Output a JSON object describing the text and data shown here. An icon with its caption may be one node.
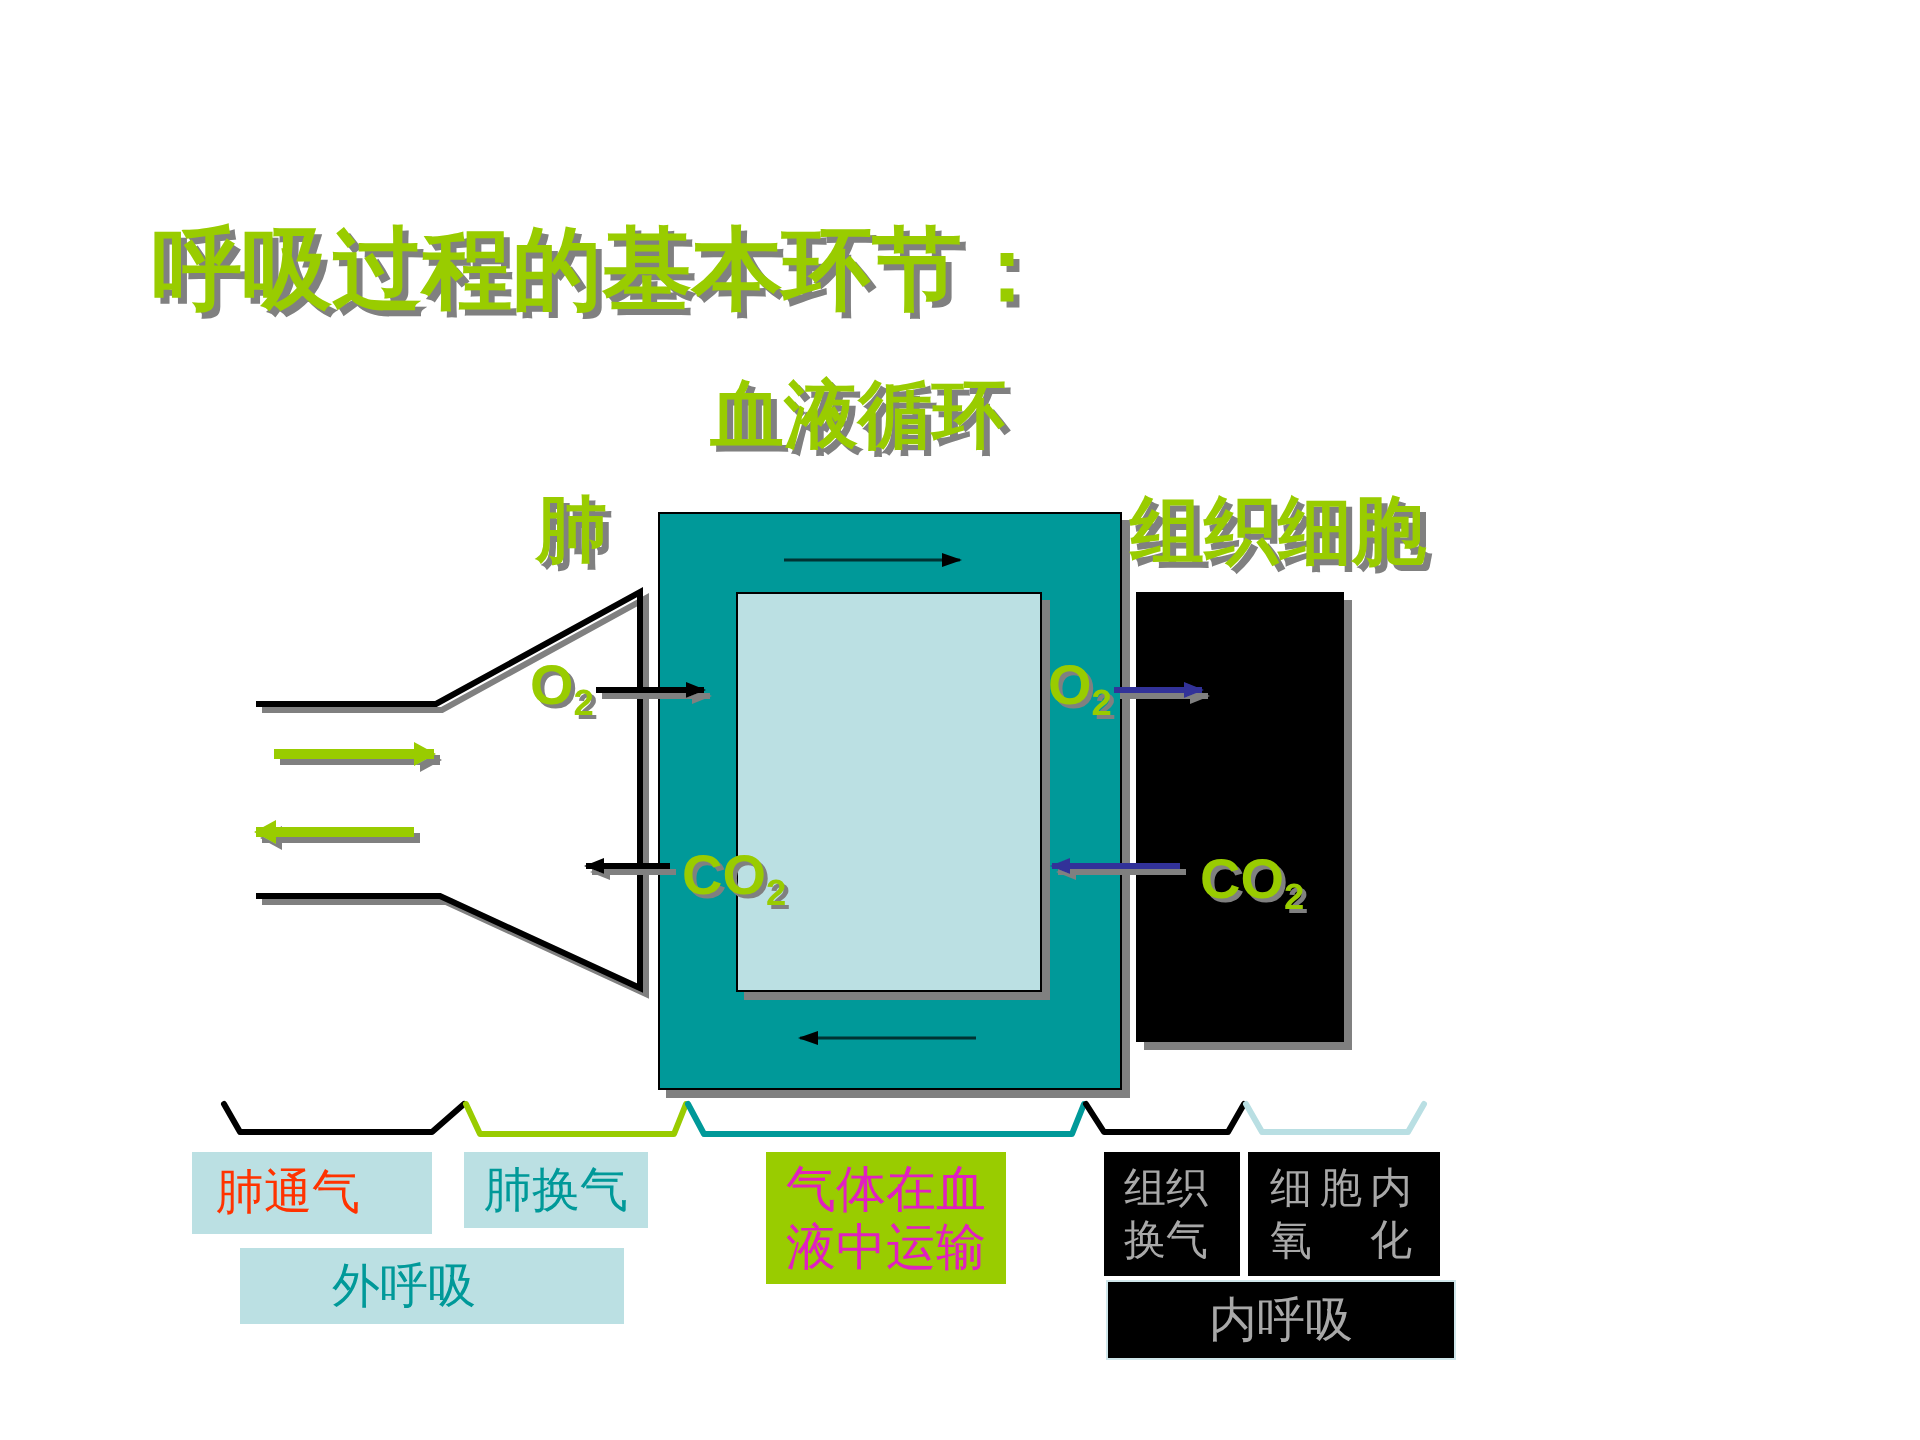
{
  "diagram": {
    "title": "呼吸过程的基本环节：",
    "nodes": [
      {
        "text": [
          "肺"
        ]
      },
      {
        "text": [
          "血液循环"
        ]
      },
      {
        "text": [],
        "shape": "box",
        "in": 1
      },
      {
        "text": [
          "组织细胞"
        ]
      },
      {
        "text": [
          "肺通气"
        ]
      },
      {
        "text": [
          "肺换气"
        ]
      },
      {
        "text": [
          "气体在血液中运输"
        ]
      },
      {
        "text": [
          "组织换气"
        ]
      },
      {
        "text": [
          "细胞内氧化"
        ]
      },
      {
        "text": [
          "外呼吸"
        ]
      },
      {
        "text": [
          "内呼吸"
        ]
      }
    ],
    "edges": [
      {
        "from": 0,
        "to": 1,
        "arrow": "to",
        "label": "O$_{2}$"
      },
      {
        "from": 1,
        "to": 0,
        "arrow": "to",
        "label": "CO$_{2}$"
      },
      {
        "from": 1,
        "to": 3,
        "arrow": "to",
        "label": "O$_{2}$",
        "color": "#333399"
      },
      {
        "from": 3,
        "to": 2,
        "arrow": "to",
        "label": "CO$_{2}$",
        "color": "#333399"
      }
    ]
  }
}
